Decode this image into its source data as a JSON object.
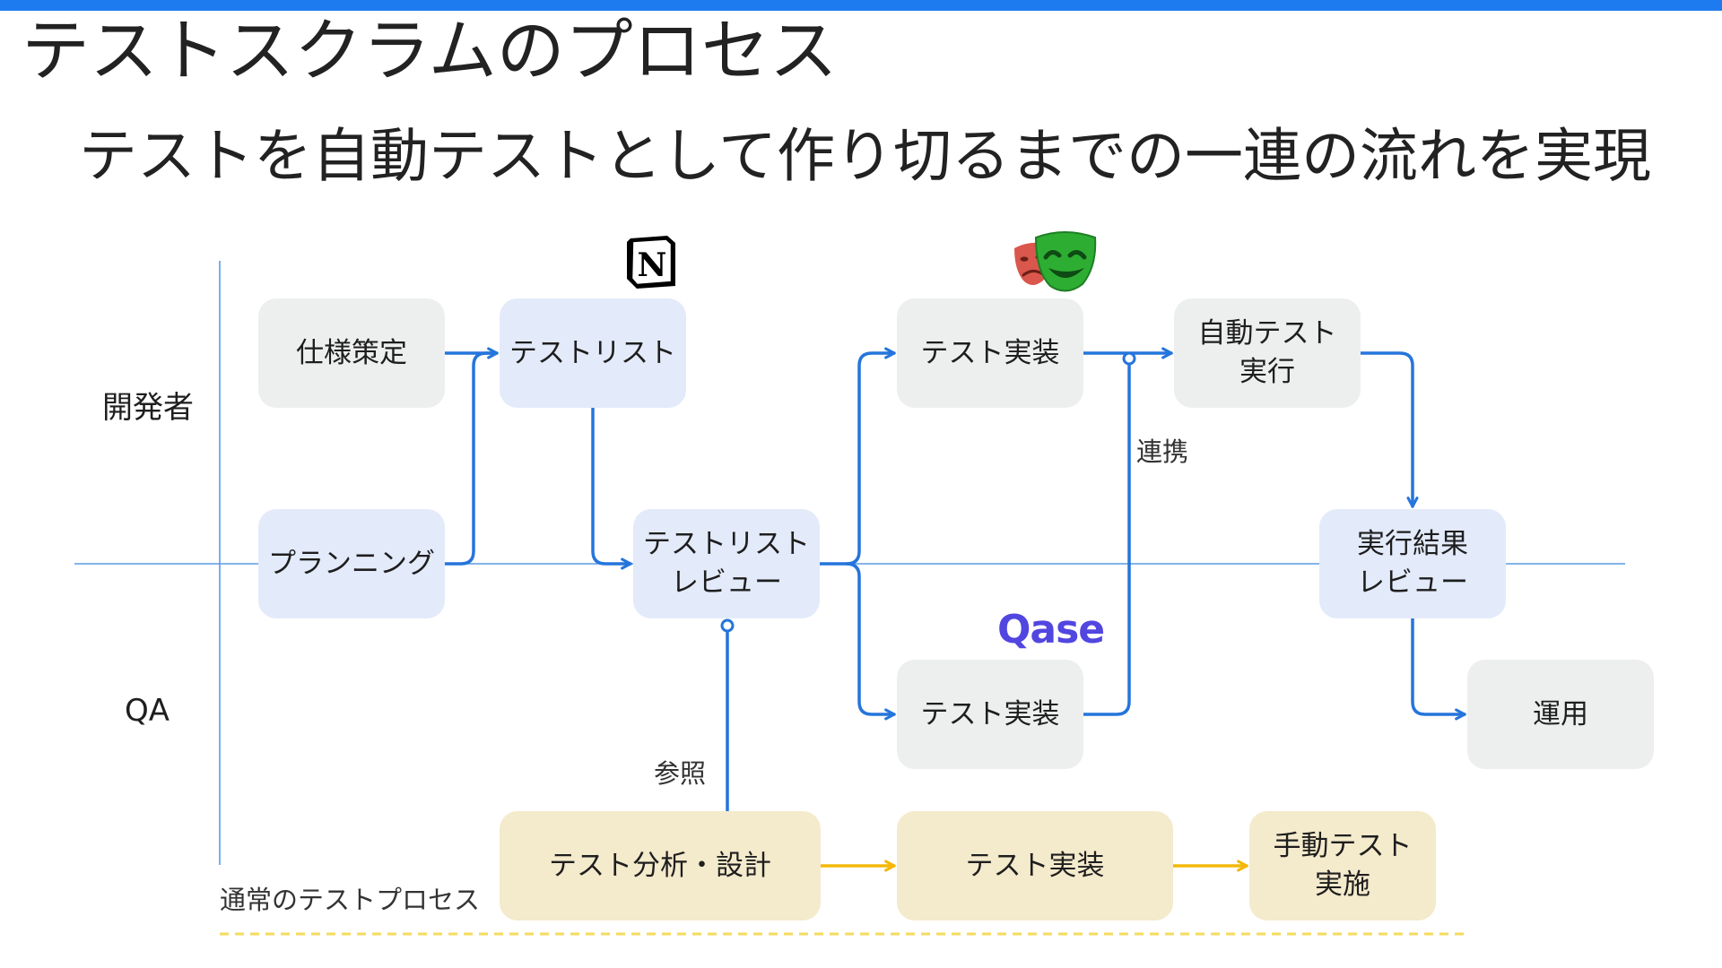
{
  "slide": {
    "title": "テストスクラムのプロセス",
    "subtitle": "テストを自動テストとして作り切るまでの一連の流れを実現"
  },
  "lanes": {
    "dev": "開発者",
    "qa": "QA"
  },
  "nodes": {
    "spec": [
      "仕様策定"
    ],
    "test_list": [
      "テストリスト"
    ],
    "planning": [
      "プランニング"
    ],
    "test_list_review": [
      "テストリスト",
      "レビュー"
    ],
    "implementation_dev": [
      "テスト実装"
    ],
    "auto_test_run": [
      "自動テスト",
      "実行"
    ],
    "result_review": [
      "実行結果",
      "レビュー"
    ],
    "implementation_qa": [
      "テスト実装"
    ],
    "operation": [
      "運用"
    ]
  },
  "edge_labels": {
    "link": "連携",
    "reference": "参照"
  },
  "normal_process": {
    "label": "通常のテストプロセス",
    "nodes": {
      "analysis_design": [
        "テスト分析・設計"
      ],
      "implementation": [
        "テスト実装"
      ],
      "manual_run": [
        "手動テスト",
        "実施"
      ]
    }
  },
  "logos": {
    "notion": {
      "icon": "notion-logo",
      "letter": "N"
    },
    "playwright": {
      "icon": "playwright-logo"
    },
    "qase": {
      "icon": "qase-logo",
      "wordmark": "Qase"
    }
  },
  "colors": {
    "top_bar": "#1E7BEF",
    "arrow_blue": "#2575DB",
    "arrow_yellow": "#F3B80A",
    "lane_line": "#5C9BE2",
    "box_gray": "#EDEFEE",
    "box_blue": "#E3EAFA",
    "box_beige": "#F4EACC",
    "dashed_line": "#F6DB5E",
    "qase_purple": "#5246E0",
    "playwright_red": "#D9574C",
    "playwright_green": "#2EAD33"
  }
}
